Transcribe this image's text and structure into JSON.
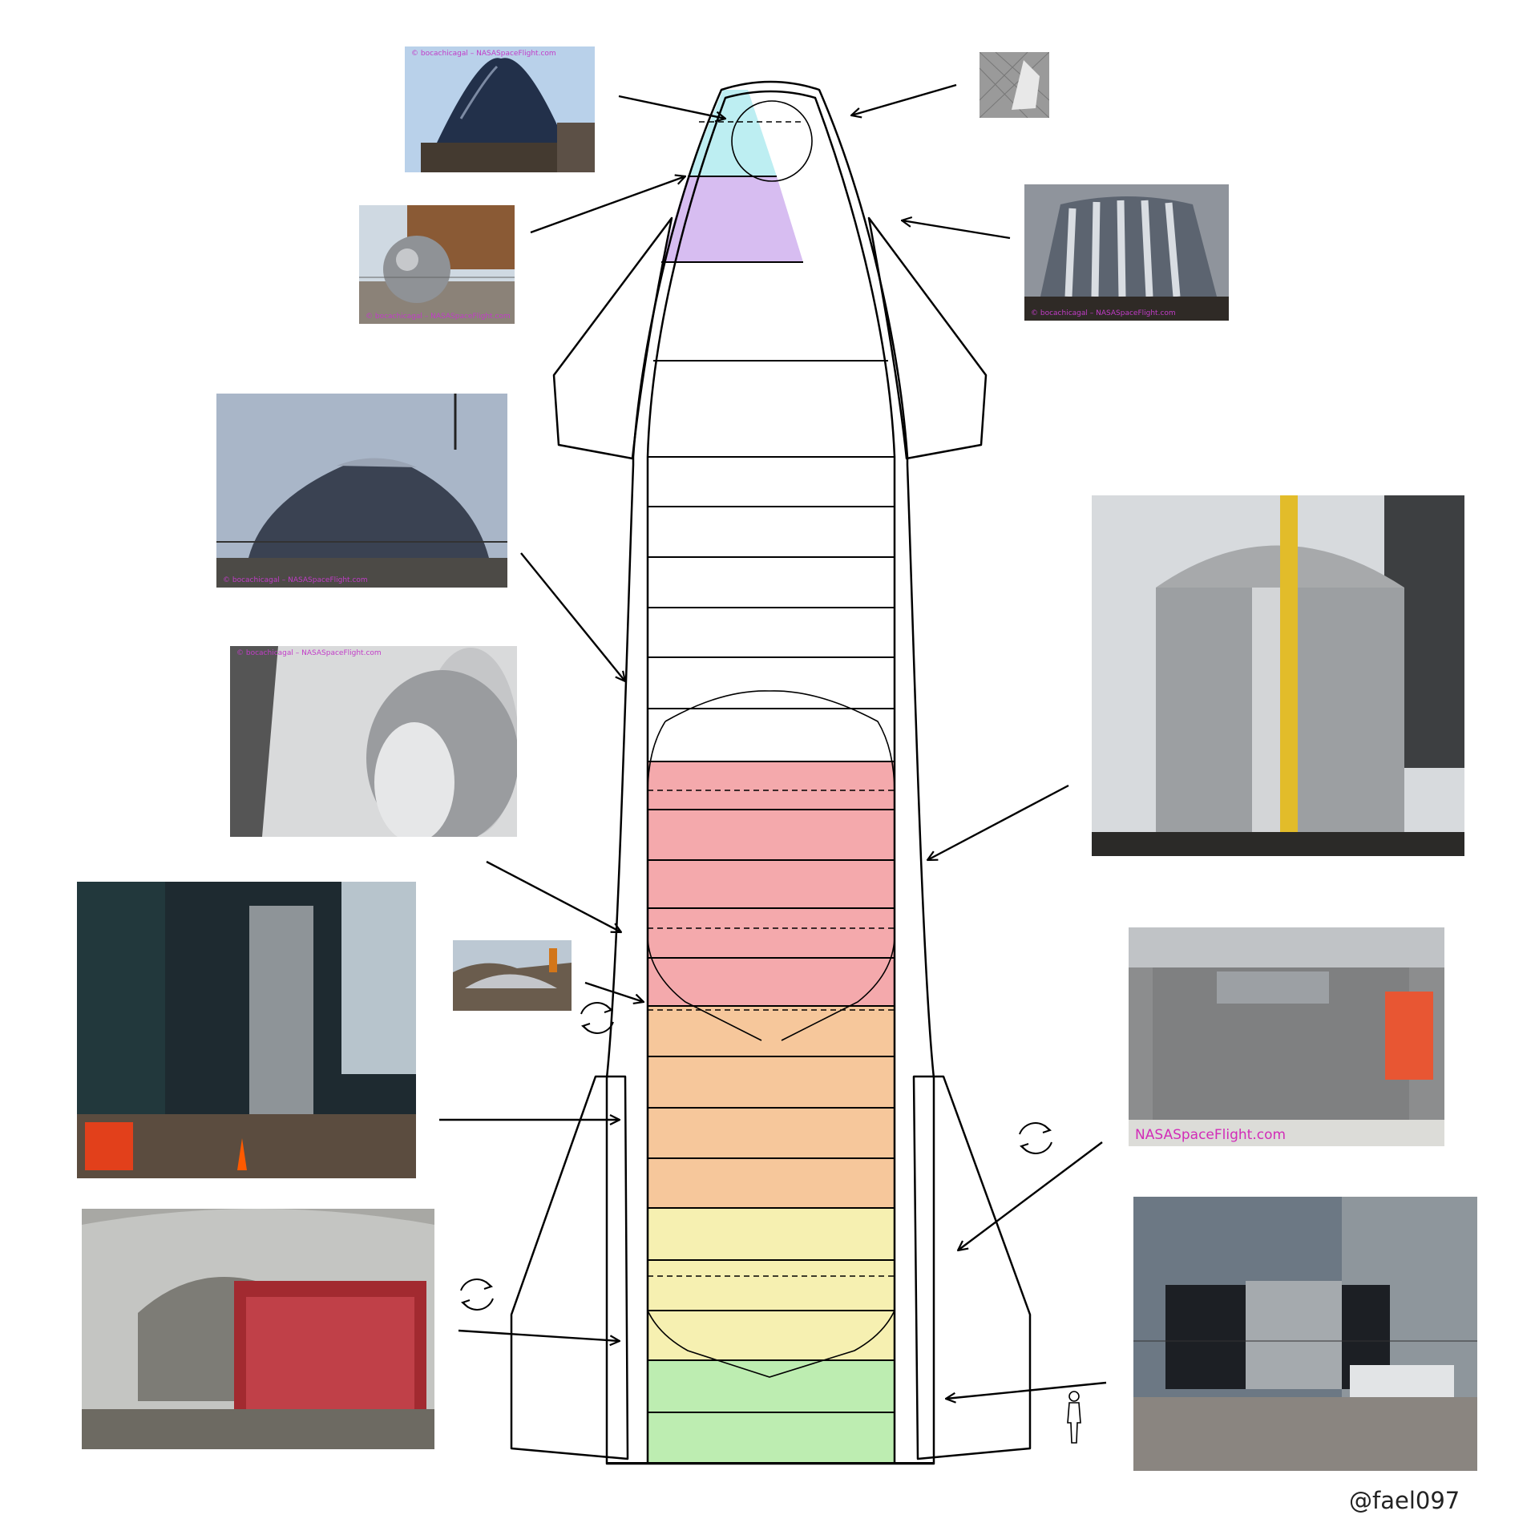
{
  "author": "@fael097",
  "photos": [
    {
      "id": "nosecone-top",
      "credit": "© bocachicagal – NASASpaceFlight.com"
    },
    {
      "id": "nose-small",
      "credit": ""
    },
    {
      "id": "header-sphere",
      "credit": "© bocachicagal – NASASpaceFlight.com"
    },
    {
      "id": "forward-ring",
      "credit": "© bocachicagal – NASASpaceFlight.com"
    },
    {
      "id": "lox-dome",
      "credit": "© bocachicagal – NASASpaceFlight.com"
    },
    {
      "id": "common-dome",
      "credit": "© bocachicagal – NASASpaceFlight.com"
    },
    {
      "id": "mid-bulkhead",
      "credit": ""
    },
    {
      "id": "lower-section",
      "credit": ""
    },
    {
      "id": "lift-tank",
      "credit": ""
    },
    {
      "id": "aft-dome-high",
      "credit": ""
    },
    {
      "id": "ship-ring",
      "credit": "NASASpaceFlight.com"
    },
    {
      "id": "engine-skirt",
      "credit": ""
    }
  ],
  "colors": {
    "nose_tank": "#bdeef2",
    "header_tank": "#d7bdf1",
    "lox_tank": "#f4a9ac",
    "fuel_tank_upper": "#f6c79b",
    "fuel_tank_lower": "#f6f0b1",
    "engine_bay": "#bdedb1",
    "outline": "#000000"
  },
  "icons": [
    "rotate-arrows-icon",
    "person-silhouette-icon",
    "arrow-pointer-icon"
  ]
}
